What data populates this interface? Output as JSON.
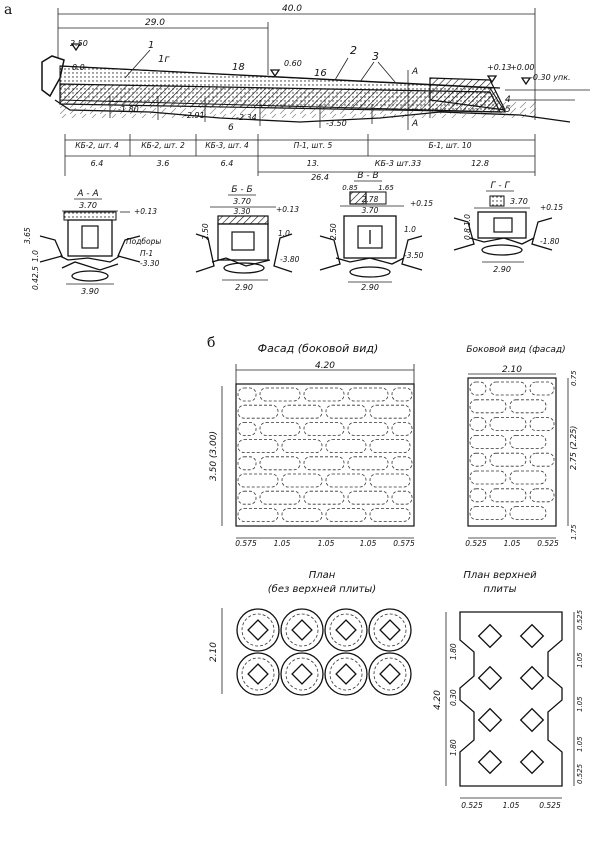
{
  "panels": {
    "a": "а",
    "b": "б"
  },
  "profile": {
    "total_length": "40.0",
    "partial_length": "29.0",
    "marks": {
      "m1": "1",
      "m1g": "1г",
      "m2": "2",
      "m3": "3",
      "m16": "16",
      "m18": "18",
      "m4": "4",
      "m5": "5",
      "m6": "6",
      "mA": "А",
      "mA2": "А"
    },
    "levels": {
      "left_top": "2.50",
      "left_mid": "0.0",
      "mid": "0.60",
      "right1": "+0.13",
      "right2": "+0.00",
      "right3": "-0.30 упк."
    },
    "bottom_levels": {
      "l1": "-1.80",
      "l2": "-2.91",
      "l3": "-2.34",
      "l4": "-3.50"
    },
    "sections": {
      "s1": "КБ-2, шт. 4",
      "s2": "КБ-2, шт. 2",
      "s3": "КБ-3, шт. 4",
      "s4": "П-1, шт. 5",
      "s5": "Б-1, шт. 10"
    },
    "dims": {
      "d1": "6.4",
      "d2": "3.6",
      "d3": "6.4",
      "d4": "13.",
      "d5": "КБ-3 шт.33",
      "d6": "12.8",
      "d7": "26.4"
    }
  },
  "cross_sections": [
    {
      "title": "А - А",
      "width": "3.70",
      "base": "3.90",
      "level": "+0.13",
      "dims": [
        "3.65",
        "1.0",
        "2.5",
        "0.4"
      ],
      "note": "Подборы",
      "note2": "П-1",
      "bottom": "-3.30"
    },
    {
      "title": "Б - Б",
      "width": "3.70",
      "inner": "3.30",
      "base": "2.90",
      "level": "+0.13",
      "dims": [
        "2.50",
        "1.0"
      ],
      "bottom": "-3.80"
    },
    {
      "title": "В - В",
      "width": "3.70",
      "inner": "2.78",
      "top": "1.65",
      "top2": "0.85",
      "base": "2.90",
      "level": "+0.15",
      "dims": [
        "2.50",
        "1.0"
      ],
      "bottom": "-3.50"
    },
    {
      "title": "Г - Г",
      "width": "3.70",
      "base": "2.90",
      "level": "+0.15",
      "dims": [
        "1.0",
        "0.8"
      ],
      "bottom": "-1.80"
    }
  ],
  "facade": {
    "title": "Фасад (боковой вид)",
    "width": "4.20",
    "height": "3.50 (3.00)",
    "bottom_dims": [
      "0.575",
      "1.05",
      "1.05",
      "1.05",
      "0.575"
    ]
  },
  "side": {
    "title": "Боковой вид (фасад)",
    "width": "2.10",
    "height": "2.75 (2.25)",
    "top": "0.75",
    "bottom": "1.75",
    "bottom_dims": [
      "0.525",
      "1.05",
      "0.525"
    ]
  },
  "plan": {
    "title": "План",
    "subtitle": "(без верхней плиты)",
    "height": "2.10"
  },
  "plan_top": {
    "title": "План верхней",
    "title2": "плиты",
    "height": "4.20",
    "left_dims": [
      "1.80",
      "0.30",
      "1.80"
    ],
    "right_dims": [
      "0.525",
      "1.05",
      "1.05",
      "1.05",
      "0.525"
    ],
    "bottom_dims": [
      "0.525",
      "1.05",
      "0.525"
    ]
  }
}
